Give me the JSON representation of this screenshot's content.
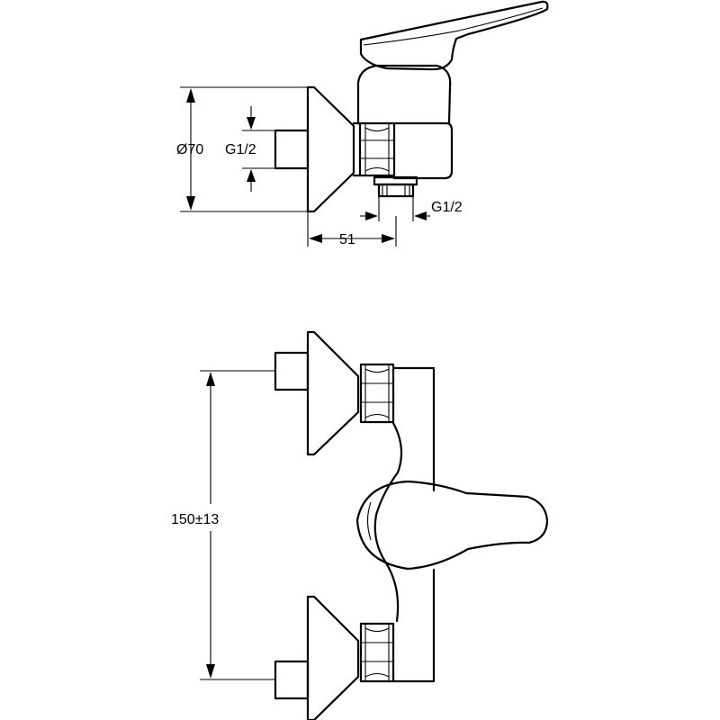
{
  "side_view": {
    "flange_diameter_label": "Ø70",
    "inlet_thread_label": "G1/2",
    "outlet_thread_label": "G1/2",
    "depth_label": "51"
  },
  "front_view": {
    "centre_distance_label": "150±13"
  },
  "colors": {
    "line": "#000000",
    "background": "#ffffff"
  }
}
